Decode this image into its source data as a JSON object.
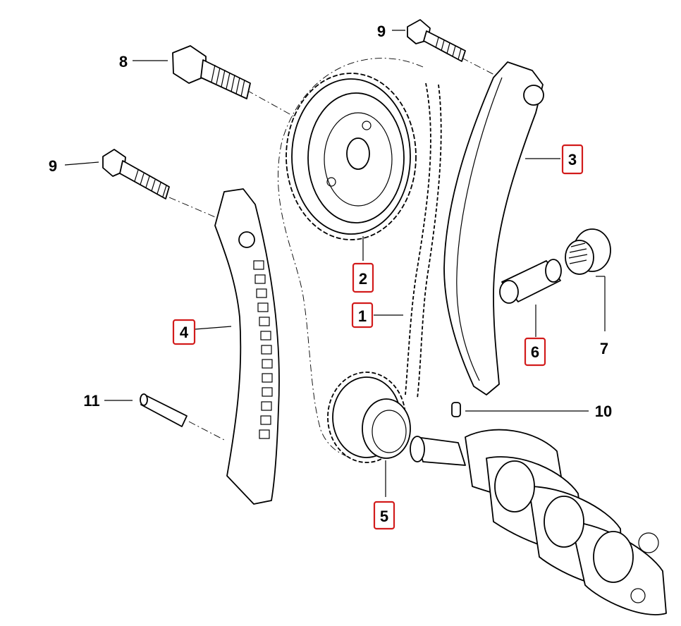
{
  "callouts": [
    {
      "text": "1",
      "highlighted": true
    },
    {
      "text": "2",
      "highlighted": true
    },
    {
      "text": "3",
      "highlighted": true
    },
    {
      "text": "4",
      "highlighted": true
    },
    {
      "text": "5",
      "highlighted": true
    },
    {
      "text": "6",
      "highlighted": true
    },
    {
      "text": "7",
      "highlighted": false
    },
    {
      "text": "8",
      "highlighted": false
    },
    {
      "text": "9",
      "highlighted": false
    },
    {
      "text": "9",
      "highlighted": false
    },
    {
      "text": "10",
      "highlighted": false
    },
    {
      "text": "11",
      "highlighted": false
    }
  ],
  "colors": {
    "highlight_box": "#d21b1b",
    "line": "#000000",
    "background": "#ffffff"
  }
}
